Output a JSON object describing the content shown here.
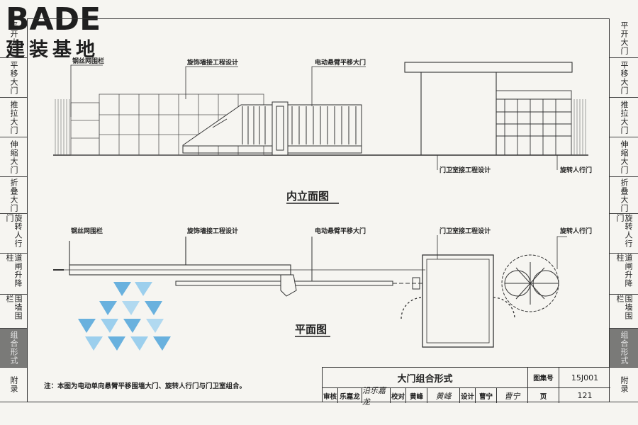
{
  "logo": {
    "brand": "BADE",
    "tagline": "建装基地"
  },
  "left_tabs": [
    "平开大门",
    "平移大门",
    "推拉大门",
    "伸缩大门",
    "折叠大门",
    "旋转人行门",
    "道闸升降柱",
    "围墙围栏",
    "组合形式",
    "附录"
  ],
  "right_tabs": [
    "平开大门",
    "平移大门",
    "推拉大门",
    "伸缩大门",
    "折叠大门",
    "旋转人行门",
    "道闸升降柱",
    "围墙围栏",
    "组合形式",
    "附录"
  ],
  "active_tab": "组合形式",
  "elevation": {
    "title": "内立面图",
    "labels": {
      "fence": "钢丝网围栏",
      "decor_wall": "旋饰墙接工程设计",
      "sliding_gate": "电动悬臂平移大门",
      "guard_room": "门卫室接工程设计",
      "turnstile": "旋转人行门"
    }
  },
  "plan": {
    "title": "平面图",
    "labels": {
      "fence": "钢丝网围栏",
      "decor_wall": "旋饰墙接工程设计",
      "sliding_gate": "电动悬臂平移大门",
      "guard_room": "门卫室接工程设计",
      "turnstile": "旋转人行门"
    }
  },
  "note": "注：本图为电动单向悬臂平移围墙大门、旋转人行门与门卫室组合。",
  "title_block": {
    "drawing_title": "大门组合形式",
    "atlas_no_label": "图集号",
    "atlas_no": "15J001",
    "review_label": "审核",
    "reviewer": "乐嘉龙",
    "reviewer_sig": "沿乐嘉龙",
    "check_label": "校对",
    "checker": "黄峰",
    "checker_sig": "黄峰",
    "design_label": "设计",
    "designer": "曹宁",
    "designer_sig": "曹宁",
    "page_label": "页",
    "page_no": "121"
  }
}
